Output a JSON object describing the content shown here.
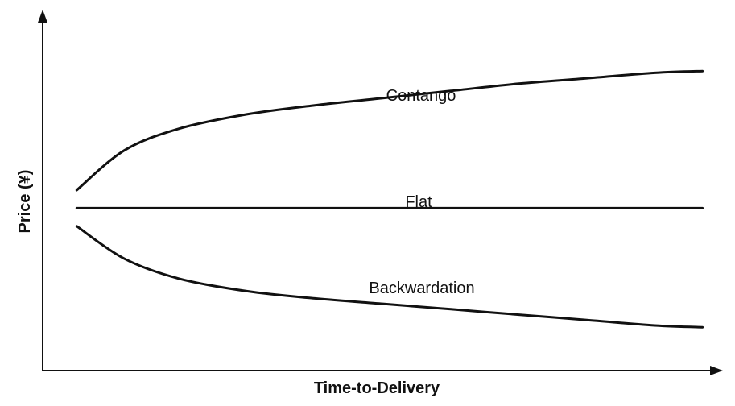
{
  "chart_data": {
    "type": "line",
    "title": "",
    "xlabel": "Time-to-Delivery",
    "ylabel": "Price (¥)",
    "xlim": [
      0,
      1
    ],
    "ylim": [
      0,
      1
    ],
    "grid": false,
    "legend": "none",
    "axis_ticks": "none",
    "line_color": "#111111",
    "series": [
      {
        "name": "Contango",
        "x": [
          0.05,
          0.12,
          0.2,
          0.3,
          0.4,
          0.5,
          0.6,
          0.7,
          0.8,
          0.9,
          0.97
        ],
        "y": [
          0.5,
          0.61,
          0.67,
          0.71,
          0.735,
          0.755,
          0.775,
          0.795,
          0.81,
          0.825,
          0.83
        ]
      },
      {
        "name": "Flat",
        "x": [
          0.05,
          0.97
        ],
        "y": [
          0.45,
          0.45
        ]
      },
      {
        "name": "Backwardation",
        "x": [
          0.05,
          0.12,
          0.2,
          0.3,
          0.4,
          0.5,
          0.6,
          0.7,
          0.8,
          0.9,
          0.97
        ],
        "y": [
          0.4,
          0.31,
          0.255,
          0.22,
          0.2,
          0.185,
          0.17,
          0.155,
          0.14,
          0.125,
          0.12
        ]
      }
    ]
  }
}
